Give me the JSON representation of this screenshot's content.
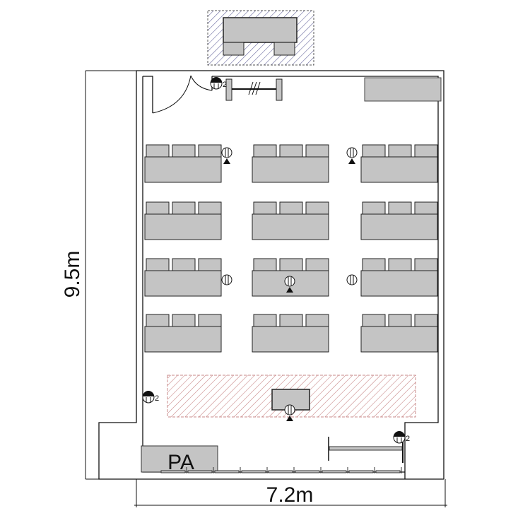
{
  "dimensions": {
    "height_label": "9.5m",
    "width_label": "7.2m"
  },
  "equipment": {
    "pa_label": "PA",
    "outlet_label": "2"
  },
  "tables": {
    "rows": 4,
    "columns": 3,
    "chairs_per_table": 3
  },
  "colors": {
    "furniture": "#c4c4c4",
    "stage_hatch": "#c98a8a",
    "screen_hatch": "#6a6aa0",
    "wall": "#111111"
  }
}
